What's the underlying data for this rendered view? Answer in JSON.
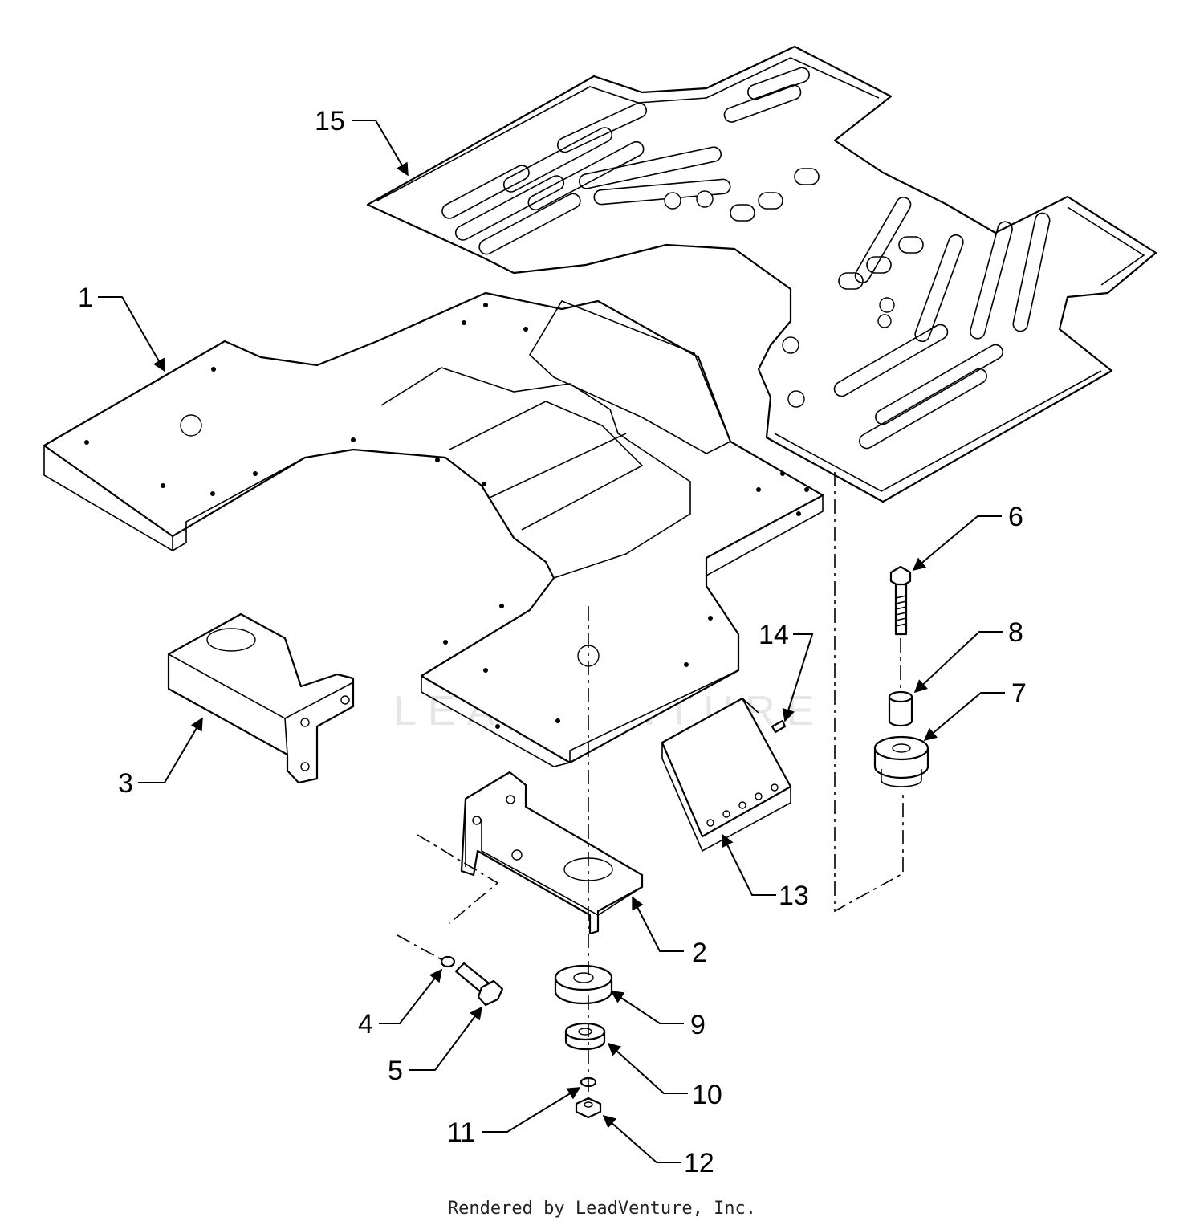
{
  "callouts": [
    "1",
    "2",
    "3",
    "4",
    "5",
    "6",
    "7",
    "8",
    "9",
    "10",
    "11",
    "12",
    "13",
    "14",
    "15"
  ],
  "watermark": "LEADVENTURE",
  "footer": "Rendered by LeadVenture, Inc.",
  "colors": {
    "ink": "#000000",
    "background": "#ffffff",
    "watermark": "#e6e6e6"
  }
}
